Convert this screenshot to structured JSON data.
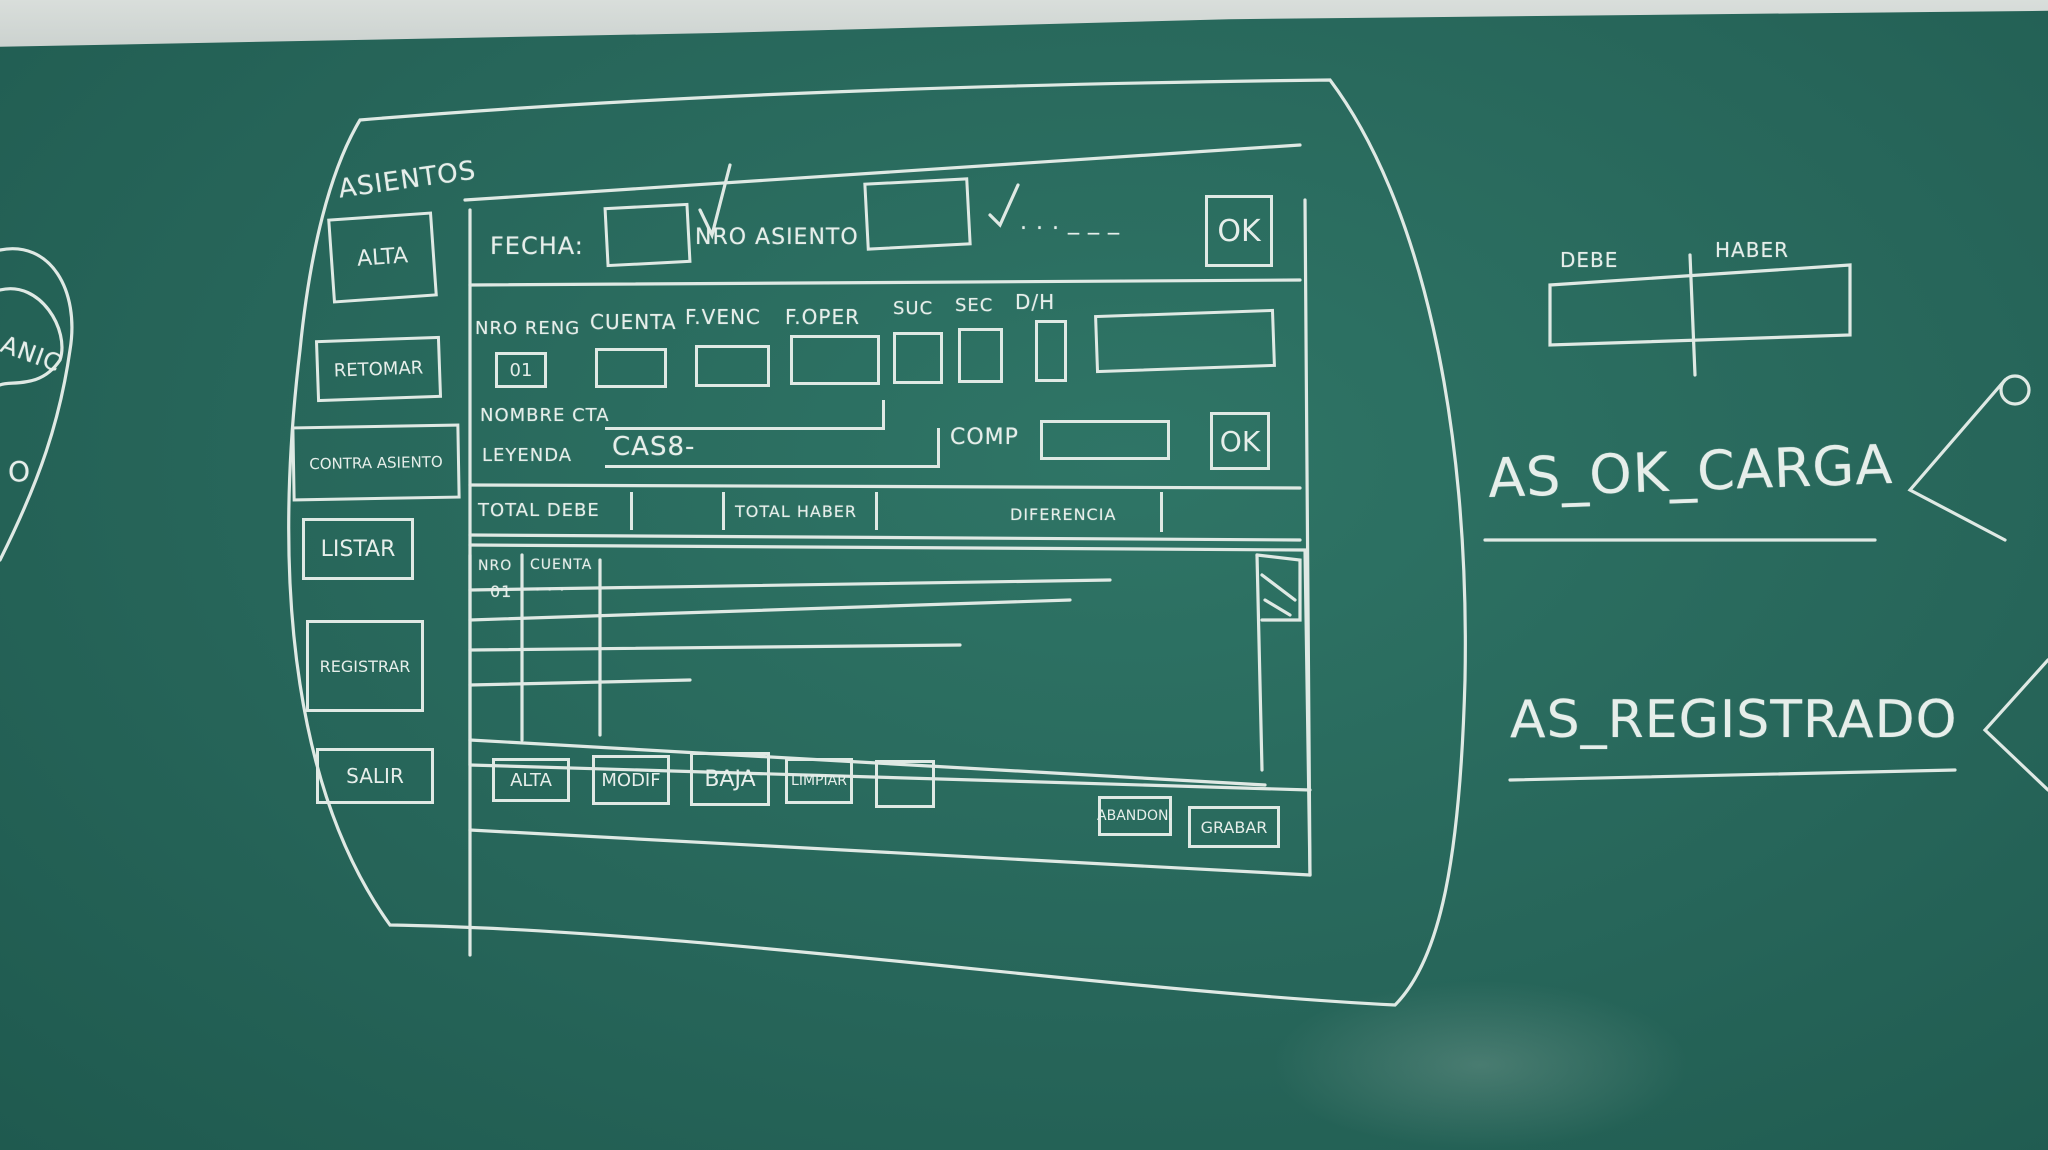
{
  "sidebar": {
    "title": "ASIENTOS",
    "buttons": [
      "ALTA",
      "RETOMAR",
      "CONTRA ASIENTO",
      "LISTAR",
      "REGISTRAR",
      "SALIR"
    ]
  },
  "header_row": {
    "fecha_label": "FECHA:",
    "nro_asiento_label": "NRO ASIENTO",
    "dots": ". . . _ _ _",
    "ok_label": "OK"
  },
  "line_row": {
    "headers": [
      "NRO RENG",
      "CUENTA",
      "F.VENC",
      "F.OPER",
      "SUC",
      "SEC",
      "D/H"
    ],
    "nro_value": "01"
  },
  "nombre_label": "NOMBRE CTA",
  "leyenda": {
    "label": "LEYENDA",
    "value": "CAS8-"
  },
  "comp_label": "COMP",
  "ok2_label": "OK",
  "totals": [
    "TOTAL DEBE",
    "TOTAL HABER",
    "DIFERENCIA"
  ],
  "grid": {
    "headers": [
      "NRO",
      "CUENTA"
    ],
    "first_row": [
      "01",
      "· · ·"
    ]
  },
  "bottom_buttons": [
    "ALTA",
    "MODIF",
    "BAJA",
    "LIMPIAR"
  ],
  "footer_buttons": [
    "ABANDON.",
    "GRABAR"
  ],
  "right_side": {
    "debe_label": "DEBE",
    "haber_label": "HABER",
    "state1": "AS_OK_CARGA",
    "state2": "AS_REGISTRADO"
  },
  "left_fragment": {
    "text1": "ANIC",
    "text2": "O"
  }
}
